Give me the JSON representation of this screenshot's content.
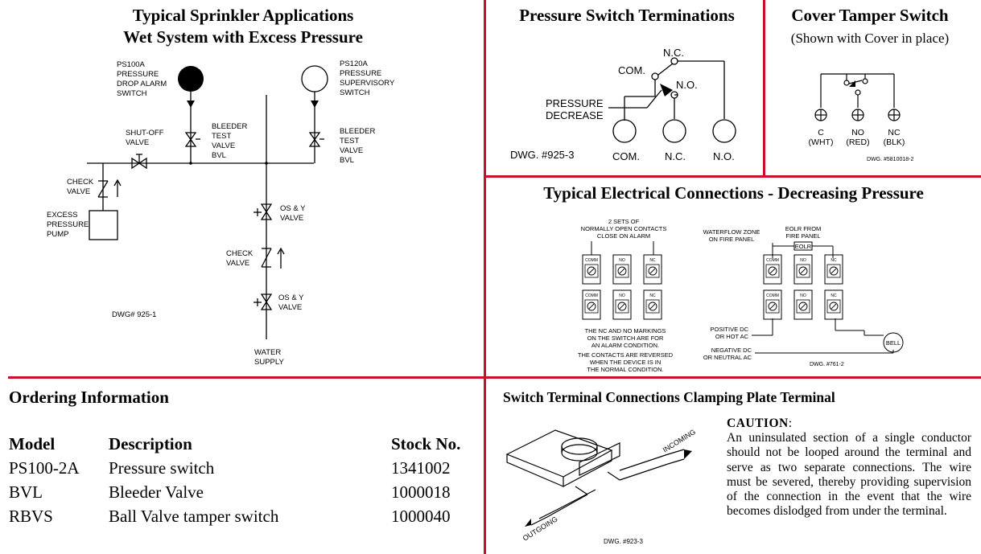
{
  "sprinkler": {
    "title_line1": "Typical Sprinkler Applications",
    "title_line2": "Wet System with Excess Pressure",
    "ps100a": [
      "PS100A",
      "PRESSURE",
      "DROP ALARM",
      "SWITCH"
    ],
    "ps120a": [
      "PS120A",
      "PRESSURE",
      "SUPERVISORY",
      "SWITCH"
    ],
    "bleeder_left": [
      "BLEEDER",
      "TEST",
      "VALVE",
      "BVL"
    ],
    "bleeder_right": [
      "BLEEDER",
      "TEST",
      "VALVE",
      "BVL"
    ],
    "shutoff": [
      "SHUT-OFF",
      "VALVE"
    ],
    "check_left": [
      "CHECK",
      "VALVE"
    ],
    "pump": [
      "EXCESS",
      "PRESSURE",
      "PUMP"
    ],
    "osy_top": [
      "OS & Y",
      "VALVE"
    ],
    "check_mid": [
      "CHECK",
      "VALVE"
    ],
    "osy_bottom": [
      "OS & Y",
      "VALVE"
    ],
    "water_supply": [
      "WATER",
      "SUPPLY"
    ],
    "dwg": "DWG# 925-1"
  },
  "pressure_switch": {
    "title": "Pressure Switch Terminations",
    "nc_top": "N.C.",
    "com_top": "COM.",
    "no_top": "N.O.",
    "pressure_decrease": [
      "PRESSURE",
      "DECREASE"
    ],
    "terminals": [
      "COM.",
      "N.C.",
      "N.O."
    ],
    "dwg": "DWG. #925-3"
  },
  "tamper": {
    "title": "Cover Tamper Switch",
    "subtitle": "(Shown with Cover in place)",
    "terminals": [
      {
        "code": "C",
        "color": "(WHT)"
      },
      {
        "code": "NO",
        "color": "(RED)"
      },
      {
        "code": "NC",
        "color": "(BLK)"
      }
    ],
    "dwg": "DWG. #5810018-2"
  },
  "electrical": {
    "title": "Typical Electrical Connections - Decreasing Pressure",
    "left_caption": [
      "2 SETS OF",
      "NORMALLY OPEN CONTACTS",
      "CLOSE ON ALARM"
    ],
    "terminal_labels": [
      "COMM",
      "NO",
      "NC"
    ],
    "note1": [
      "THE NC AND NO MARKINGS",
      "ON THE SWITCH ARE FOR",
      "AN ALARM CONDITION."
    ],
    "note2": [
      "THE CONTACTS ARE REVERSED",
      "WHEN THE DEVICE IS IN",
      "THE NORMAL CONDITION."
    ],
    "waterflow": [
      "WATERFLOW ZONE",
      "ON FIRE PANEL"
    ],
    "eolr_from": [
      "EOLR FROM",
      "FIRE PANEL"
    ],
    "eolr": "EOLR",
    "positive": [
      "POSITIVE DC",
      "OR HOT AC"
    ],
    "negative": [
      "NEGATIVE DC",
      "OR NEUTRAL AC"
    ],
    "bell": "BELL",
    "dwg": "DWG. #761-2"
  },
  "ordering": {
    "title": "Ordering Information",
    "headers": {
      "model": "Model",
      "description": "Description",
      "stock": "Stock No."
    },
    "rows": [
      {
        "model": "PS100-2A",
        "description": "Pressure switch",
        "stock": "1341002"
      },
      {
        "model": "BVL",
        "description": "Bleeder Valve",
        "stock": "1000018"
      },
      {
        "model": "RBVS",
        "description": "Ball Valve tamper switch",
        "stock": "1000040"
      }
    ]
  },
  "clamping": {
    "title": "Switch Terminal Connections Clamping Plate Terminal",
    "incoming": "INCOMING",
    "outgoing": "OUTGOING",
    "dwg": "DWG. #923-3",
    "caution_label": "CAUTION",
    "caution_text": "An uninsulated section of a single conductor should not be looped around the terminal and serve as two separate connections. The wire must be severed, thereby providing supervision of the connection in the event that the wire becomes dislodged from under the terminal."
  },
  "colors": {
    "rule": "#c8102e"
  }
}
